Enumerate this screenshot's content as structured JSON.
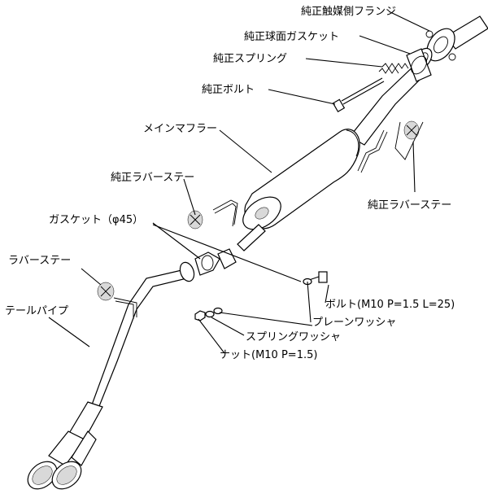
{
  "labels": {
    "flange": "純正触媒側フランジ",
    "sphere_gasket": "純正球面ガスケット",
    "spring": "純正スプリング",
    "bolt_stock": "純正ボルト",
    "main_muffler": "メインマフラー",
    "rubber_stay_stock_left": "純正ラバーステー",
    "rubber_stay_stock_right": "純正ラバーステー",
    "gasket": "ガスケット（φ45）",
    "rubber_stay": "ラバーステー",
    "tail_pipe": "テールパイプ",
    "bolt": "ボルト(M10 P=1.5 L=25)",
    "plain_washer": "プレーンワッシャ",
    "spring_washer": "スプリングワッシャ",
    "nut": "ナット(M10 P=1.5)"
  }
}
